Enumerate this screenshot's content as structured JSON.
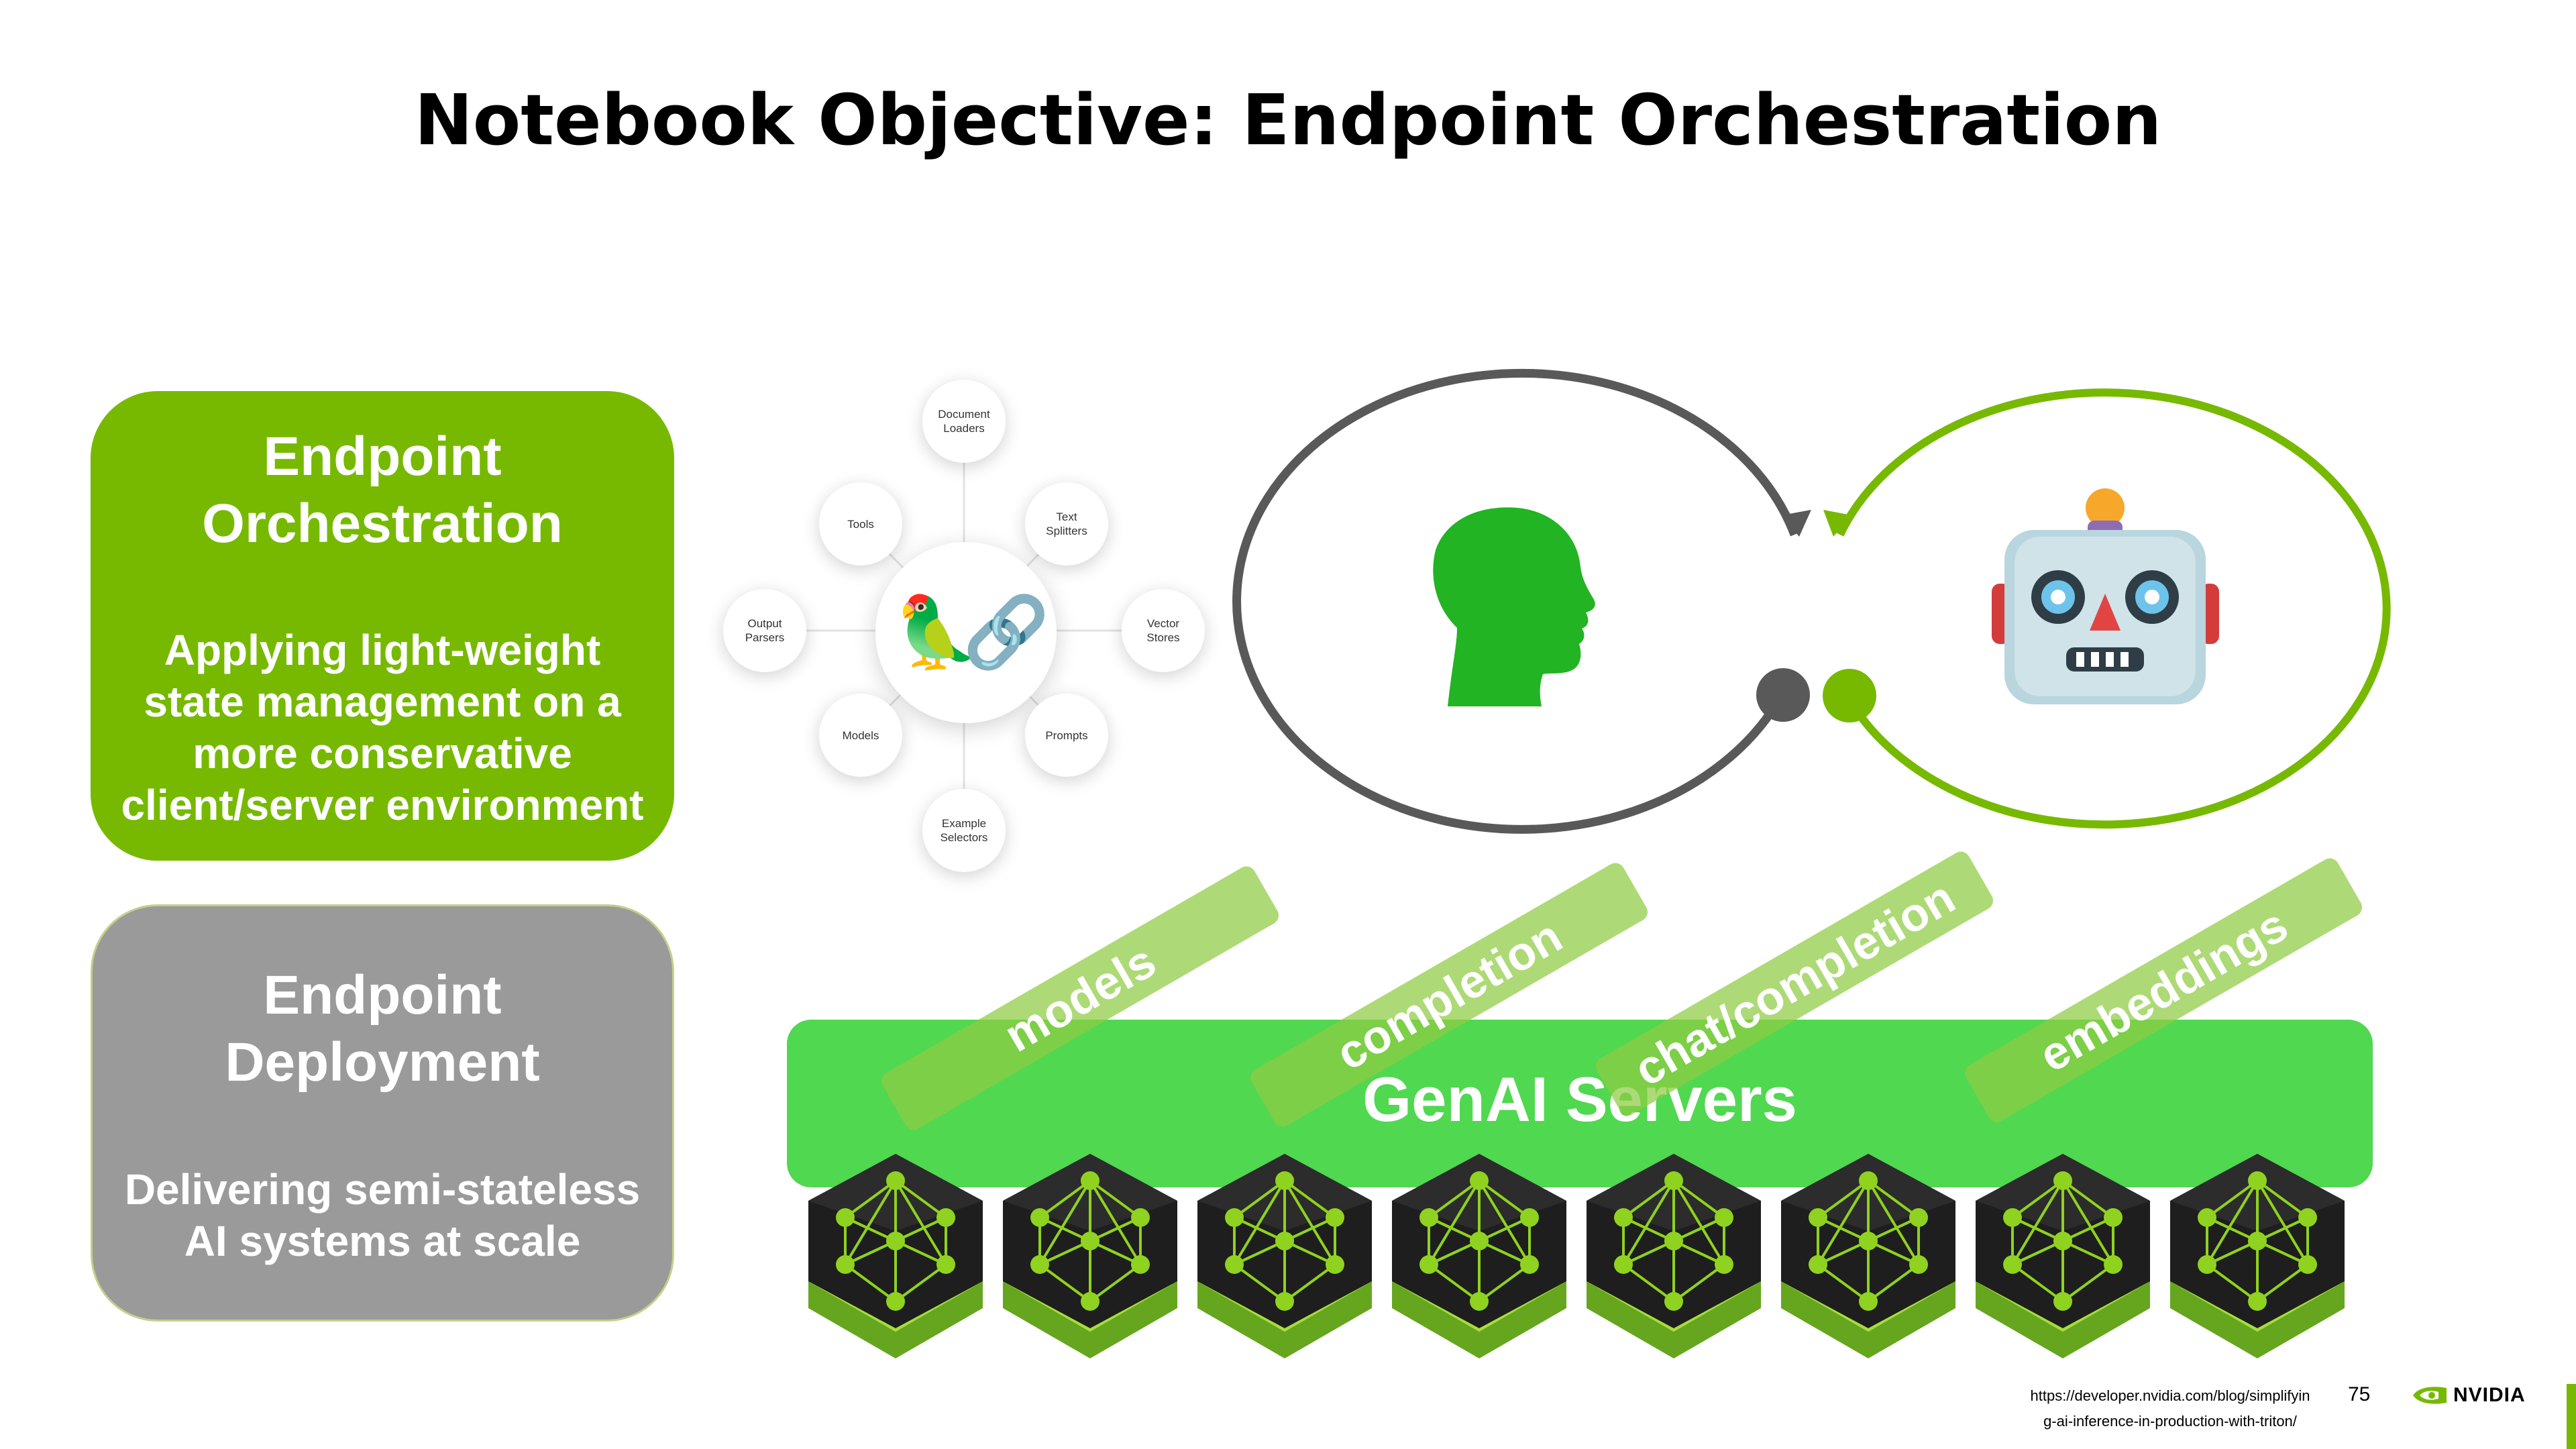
{
  "title": "Notebook Objective: Endpoint Orchestration",
  "cards": {
    "orchestration": {
      "heading_line1": "Endpoint",
      "heading_line2": "Orchestration",
      "body_line1": "Applying light-weight",
      "body_line2": "state management on a",
      "body_line3": "more conservative",
      "body_line4": "client/server environment",
      "color": "#76b900"
    },
    "deployment": {
      "heading_line1": "Endpoint",
      "heading_line2": "Deployment",
      "body_line1": "Delivering semi-stateless",
      "body_line2": "AI systems at scale",
      "color": "#9a9a9a"
    }
  },
  "langchain": {
    "center_icons": [
      "parrot-emoji",
      "chain-link-emoji"
    ],
    "nodes": [
      {
        "label": "Document\nLoaders"
      },
      {
        "label": "Text\nSplitters"
      },
      {
        "label": "Vector\nStores"
      },
      {
        "label": "Prompts"
      },
      {
        "label": "Example\nSelectors"
      },
      {
        "label": "Models"
      },
      {
        "label": "Output\nParsers"
      },
      {
        "label": "Tools"
      }
    ]
  },
  "loop": {
    "human_icon": "human-head-icon",
    "robot_icon": "robot-face-icon",
    "human_color": "#22b422",
    "left_loop_color": "#595959",
    "right_loop_color": "#76b900"
  },
  "servers": {
    "label": "GenAI Servers",
    "bar_color": "#50d850",
    "endpoints": [
      "models",
      "completion",
      "chat/completion",
      "embeddings"
    ],
    "node_icon": "neural-network-cube-icon",
    "node_count": 8
  },
  "footer": {
    "url_line1": "https://developer.nvidia.com/blog/simplifyin",
    "url_line2": "g-ai-inference-in-production-with-triton/",
    "page_number": "75",
    "logo_text": "NVIDIA",
    "accent": "#76b900"
  }
}
